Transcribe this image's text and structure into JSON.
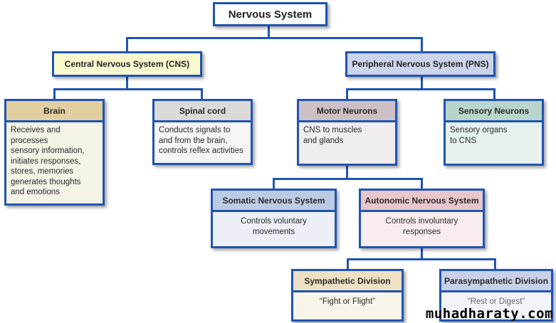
{
  "diagram": {
    "root": {
      "label": "Nervous System"
    },
    "cns": {
      "label": "Central Nervous System (CNS)",
      "color": "#fbf9cf"
    },
    "pns": {
      "label": "Peripheral Nervous System (PNS)",
      "color": "#ccd3ea"
    },
    "brain": {
      "title": "Brain",
      "body": "Receives and processes\nsensory information,\ninitiates responses,\nstores, memories\ngenerates thoughts\nand emotions",
      "header_color": "#e2cfa0",
      "body_color": "#f5f2e6"
    },
    "spinal_cord": {
      "title": "Spinal cord",
      "body": "Conducts signals to\nand from the brain,\ncontrols reflex activities",
      "header_color": "#dcdad6",
      "body_color": "#f6f5f3"
    },
    "motor_neurons": {
      "title": "Motor Neurons",
      "body": "CNS to muscles\nand glands",
      "header_color": "#cdbfc6",
      "body_color": "#f1edef"
    },
    "sensory_neurons": {
      "title": "Sensory Neurons",
      "body": "Sensory organs\nto CNS",
      "header_color": "#b9d4cc",
      "body_color": "#e6f0ed"
    },
    "somatic": {
      "title": "Somatic Nervous System",
      "body": "Controls voluntary\nmovements",
      "header_color": "#bccbe4",
      "body_color": "#eceff6"
    },
    "autonomic": {
      "title": "Autonomic Nervous System",
      "body": "Controls involuntary\nresponses",
      "header_color": "#e9c6cb",
      "body_color": "#f8ecee"
    },
    "sympathetic": {
      "title": "Sympathetic Division",
      "body": "“Fight or Flight”",
      "header_color": "#eee0c2",
      "body_color": "#f8f4ea"
    },
    "parasympathetic": {
      "title": "Parasympathetic Division",
      "body": "“Rest or Digest”",
      "header_color": "#c8d0e8",
      "body_color": "#f2f4f9"
    }
  },
  "watermark": "muhadharaty.com",
  "line_color": "#1f55b0"
}
